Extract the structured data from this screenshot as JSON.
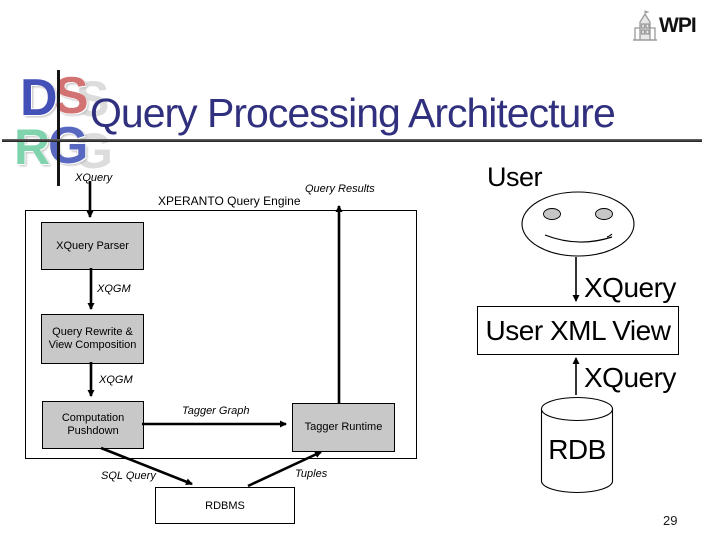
{
  "slide": {
    "title": "Query Processing Architecture",
    "page_number": "29",
    "wpi_logo_text": "WPI",
    "dsrg_logo": {
      "d": "D",
      "s": "S",
      "r": "R",
      "g": "G",
      "ghost_s": "S",
      "ghost_g": "G"
    }
  },
  "diagram": {
    "engine_label": "XPERANTO Query Engine",
    "boxes": {
      "xquery_parser": "XQuery Parser",
      "query_rewrite_line1": "Query Rewrite &",
      "query_rewrite_line2": "View Composition",
      "computation_line1": "Computation",
      "computation_line2": "Pushdown",
      "tagger_runtime": "Tagger Runtime",
      "rdbms": "RDBMS",
      "user_xml_view": "User XML View",
      "rdb": "RDB"
    },
    "edge_labels": {
      "xquery_in": "XQuery",
      "query_results": "Query Results",
      "xqgm_parser_out": "XQGM",
      "xqgm_rewrite_out": "XQGM",
      "tagger_graph": "Tagger Graph",
      "sql_query": "SQL Query",
      "tuples": "Tuples",
      "xquery_user_to_view": "XQuery",
      "xquery_rdb_to_view": "XQuery"
    },
    "actors": {
      "user_label": "User"
    },
    "colors": {
      "box_fill": "#C8C8C8",
      "title_color": "#30307E",
      "line_color": "#000000",
      "eye_fill": "#C6C6C6"
    }
  }
}
